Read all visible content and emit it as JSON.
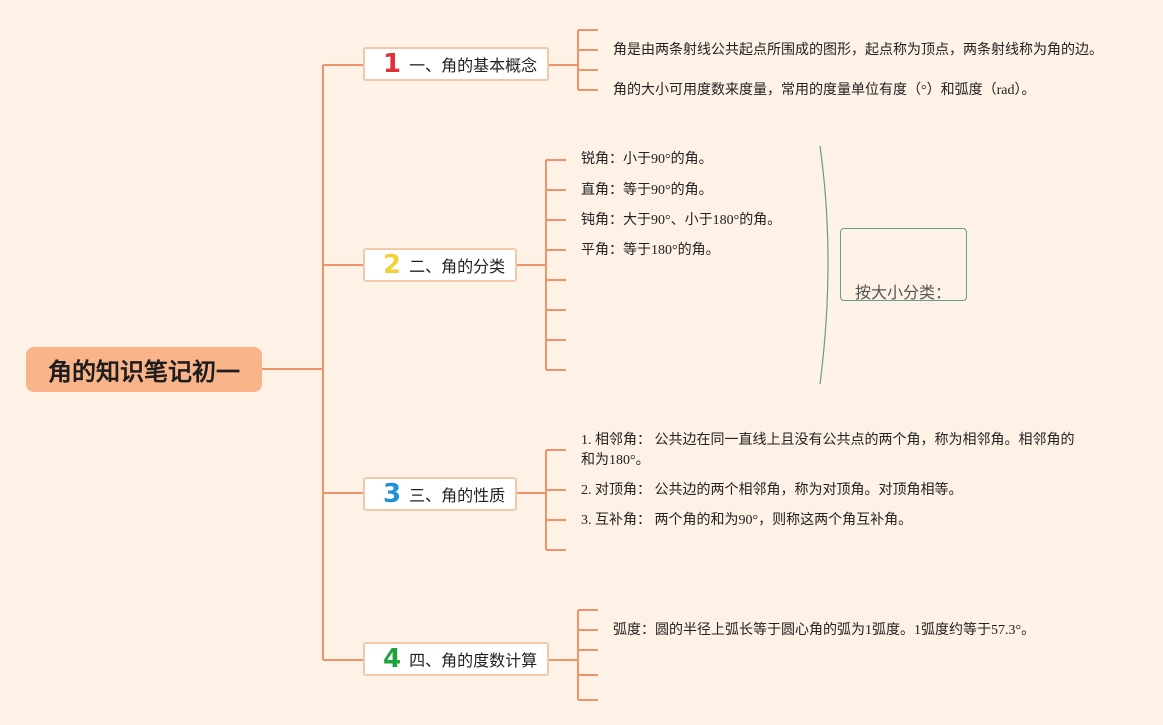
{
  "root": "角的知识笔记初一",
  "topics": [
    {
      "num": "1",
      "color": "#e0303a",
      "label": "一、角的基本概念"
    },
    {
      "num": "2",
      "color": "#f2d23c",
      "label": "二、角的分类"
    },
    {
      "num": "3",
      "color": "#1e8fd8",
      "label": "三、角的性质"
    },
    {
      "num": "4",
      "color": "#20a13a",
      "label": "四、角的度数计算"
    }
  ],
  "topic1_leaves": [
    "角是由两条射线公共起点所围成的图形，起点称为顶点，两条射线称为角的边。",
    "角的大小可用度数来度量，常用的度量单位有度（°）和弧度（rad）。"
  ],
  "topic2_leaves": [
    "锐角：小于90°的角。",
    "直角：等于90°的角。",
    "钝角：大于90°、小于180°的角。",
    "平角：等于180°的角。"
  ],
  "topic2_summary": "按大小分类：",
  "topic3_leaves": [
    "1. 相邻角： 公共边在同一直线上且没有公共点的两个角，称为相邻角。相邻角的和为180°。",
    "2. 对顶角： 公共边的两个相邻角，称为对顶角。对顶角相等。",
    "3. 互补角： 两个角的和为90°，则称这两个角互补角。"
  ],
  "topic4_leaves": [
    "弧度：圆的半径上弧长等于圆心角的弧为1弧度。1弧度约等于57.3°。"
  ],
  "colors": {
    "line": "#f0926a",
    "background": "#fef1e6",
    "root_fill": "#f9b48a",
    "summary_border": "#6b9a8e"
  }
}
